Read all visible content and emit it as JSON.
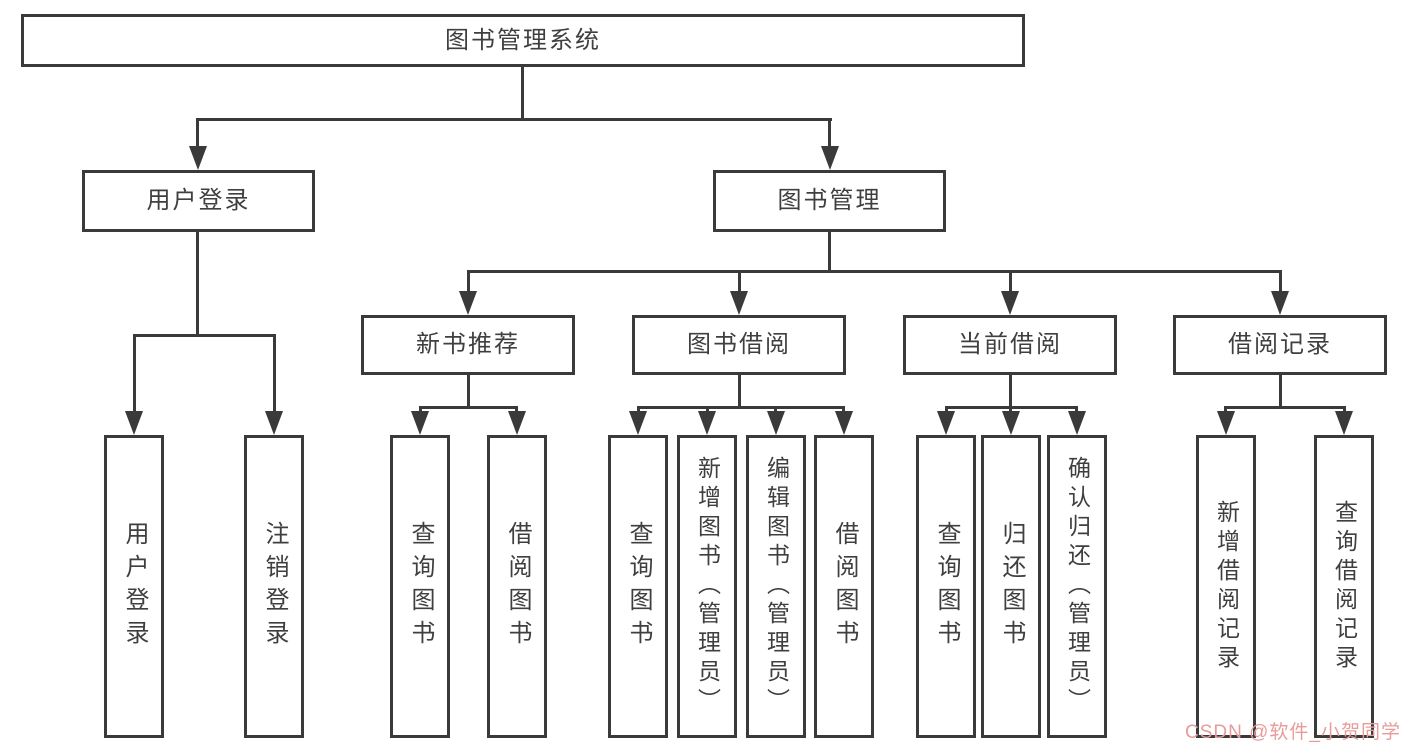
{
  "diagram": {
    "root": {
      "label": "图书管理系统"
    },
    "level1": [
      {
        "label": "用户登录"
      },
      {
        "label": "图书管理"
      }
    ],
    "level2": [
      {
        "label": "新书推荐"
      },
      {
        "label": "图书借阅"
      },
      {
        "label": "当前借阅"
      },
      {
        "label": "借阅记录"
      }
    ],
    "leaves": {
      "user_login": [
        {
          "label": "用户登录"
        },
        {
          "label": "注销登录"
        }
      ],
      "new_books": [
        {
          "label": "查询图书"
        },
        {
          "label": "借阅图书"
        }
      ],
      "book_borrow": [
        {
          "label": "查询图书"
        },
        {
          "label": "新增图书（管理员）"
        },
        {
          "label": "编辑图书（管理员）"
        },
        {
          "label": "借阅图书"
        }
      ],
      "current_borrow": [
        {
          "label": "查询图书"
        },
        {
          "label": "归还图书"
        },
        {
          "label": "确认归还（管理员）"
        }
      ],
      "borrow_records": [
        {
          "label": "新增借阅记录"
        },
        {
          "label": "查询借阅记录"
        }
      ]
    }
  },
  "watermark": {
    "text": "CSDN @软件_小贺同学",
    "color": "#e89b9b"
  },
  "colors": {
    "line": "#3a3a3a",
    "text": "#3f3f3f",
    "background": "#ffffff",
    "box_fill": "#ffffff"
  }
}
